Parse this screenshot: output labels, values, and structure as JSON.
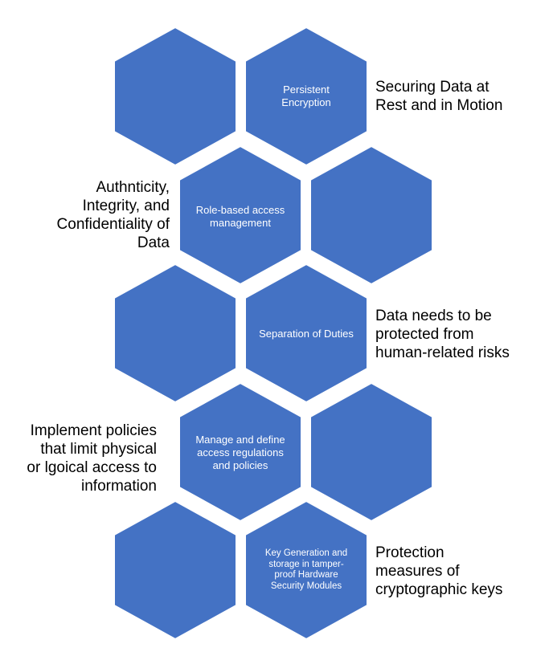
{
  "hex_color": "#4472C4",
  "hexagons": [
    {
      "id": "hex-r1-left",
      "label": ""
    },
    {
      "id": "hex-r1-right",
      "label": "Persistent Encryption"
    },
    {
      "id": "hex-r2-left",
      "label": "Role-based access management"
    },
    {
      "id": "hex-r2-right",
      "label": ""
    },
    {
      "id": "hex-r3-left",
      "label": ""
    },
    {
      "id": "hex-r3-right",
      "label": "Separation of Duties"
    },
    {
      "id": "hex-r4-left",
      "label": "Manage and define access regulations and policies"
    },
    {
      "id": "hex-r4-right",
      "label": ""
    },
    {
      "id": "hex-r5-left",
      "label": ""
    },
    {
      "id": "hex-r5-right",
      "label": "Key Generation and storage in tamper-proof Hardware Security Modules"
    }
  ],
  "side_labels": {
    "r1": "Securing Data at\nRest and in Motion",
    "r2": "Authnticity,\nIntegrity, and\nConfidentiality  of\nData",
    "r3": "Data needs to be\nprotected from\nhuman-related risks",
    "r4": "Implement policies\nthat limit physical\nor lgoical access to\ninformation",
    "r5": "Protection\nmeasures of\ncryptographic keys"
  }
}
